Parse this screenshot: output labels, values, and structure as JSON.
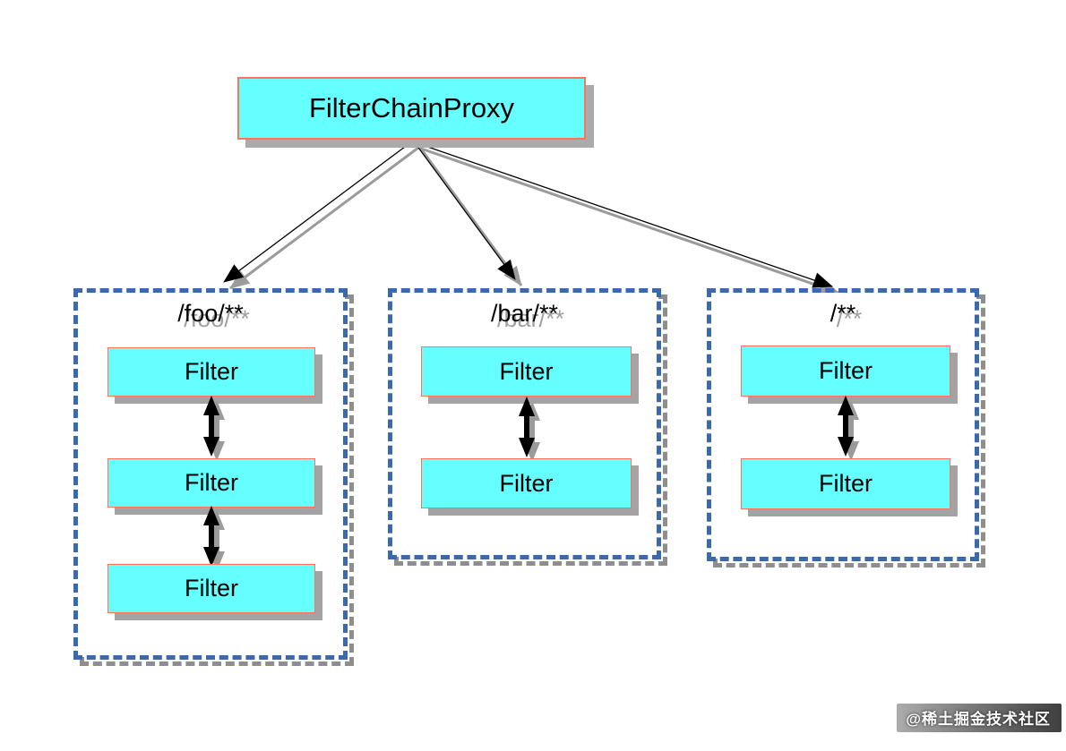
{
  "diagram": {
    "root_label": "FilterChainProxy",
    "chains": [
      {
        "pattern": "/foo/**",
        "filters": [
          "Filter",
          "Filter",
          "Filter"
        ]
      },
      {
        "pattern": "/bar/**",
        "filters": [
          "Filter",
          "Filter"
        ]
      },
      {
        "pattern": "/**",
        "filters": [
          "Filter",
          "Filter"
        ]
      }
    ],
    "colors": {
      "node_fill": "#66ffff",
      "node_border": "#ff7256",
      "chain_dash_border": "#3a6aad",
      "shadow_gray": "#a3a3a3",
      "arrow_black": "#000000"
    }
  },
  "watermark": {
    "text": "@稀土掘金技术社区"
  }
}
